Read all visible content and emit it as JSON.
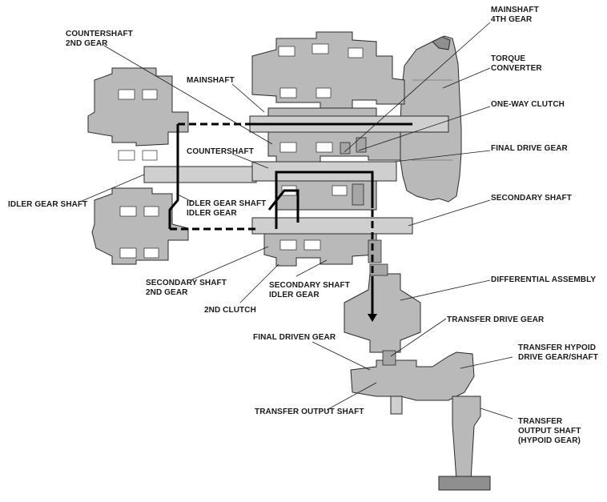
{
  "labels": {
    "mainshaft_4th_gear_l1": "MAINSHAFT",
    "mainshaft_4th_gear_l2": "4TH GEAR",
    "countershaft_2nd_gear_l1": "COUNTERSHAFT",
    "countershaft_2nd_gear_l2": "2ND GEAR",
    "torque_converter_l1": "TORQUE",
    "torque_converter_l2": "CONVERTER",
    "mainshaft": "MAINSHAFT",
    "one_way_clutch": "ONE-WAY CLUTCH",
    "final_drive_gear": "FINAL DRIVE GEAR",
    "countershaft": "COUNTERSHAFT",
    "secondary_shaft": "SECONDARY SHAFT",
    "idler_gear_shaft": "IDLER GEAR SHAFT",
    "idler_gear_shaft_idler_gear_l1": "IDLER GEAR SHAFT",
    "idler_gear_shaft_idler_gear_l2": "IDLER GEAR",
    "secondary_shaft_2nd_gear_l1": "SECONDARY SHAFT",
    "secondary_shaft_2nd_gear_l2": "2ND GEAR",
    "secondary_shaft_idler_gear_l1": "SECONDARY SHAFT",
    "secondary_shaft_idler_gear_l2": "IDLER GEAR",
    "second_clutch": "2ND CLUTCH",
    "differential_assembly": "DIFFERENTIAL ASSEMBLY",
    "transfer_drive_gear": "TRANSFER DRIVE GEAR",
    "final_driven_gear": "FINAL DRIVEN GEAR",
    "transfer_hypoid_l1": "TRANSFER HYPOID",
    "transfer_hypoid_l2": "DRIVE GEAR/SHAFT",
    "transfer_output_shaft": "TRANSFER OUTPUT SHAFT",
    "transfer_output_hypoid_l1": "TRANSFER",
    "transfer_output_hypoid_l2": "OUTPUT SHAFT",
    "transfer_output_hypoid_l3": "(HYPOID GEAR)"
  },
  "colors": {
    "housing": "#b9b9b9",
    "power_flow": "#000000",
    "background": "#ffffff"
  }
}
